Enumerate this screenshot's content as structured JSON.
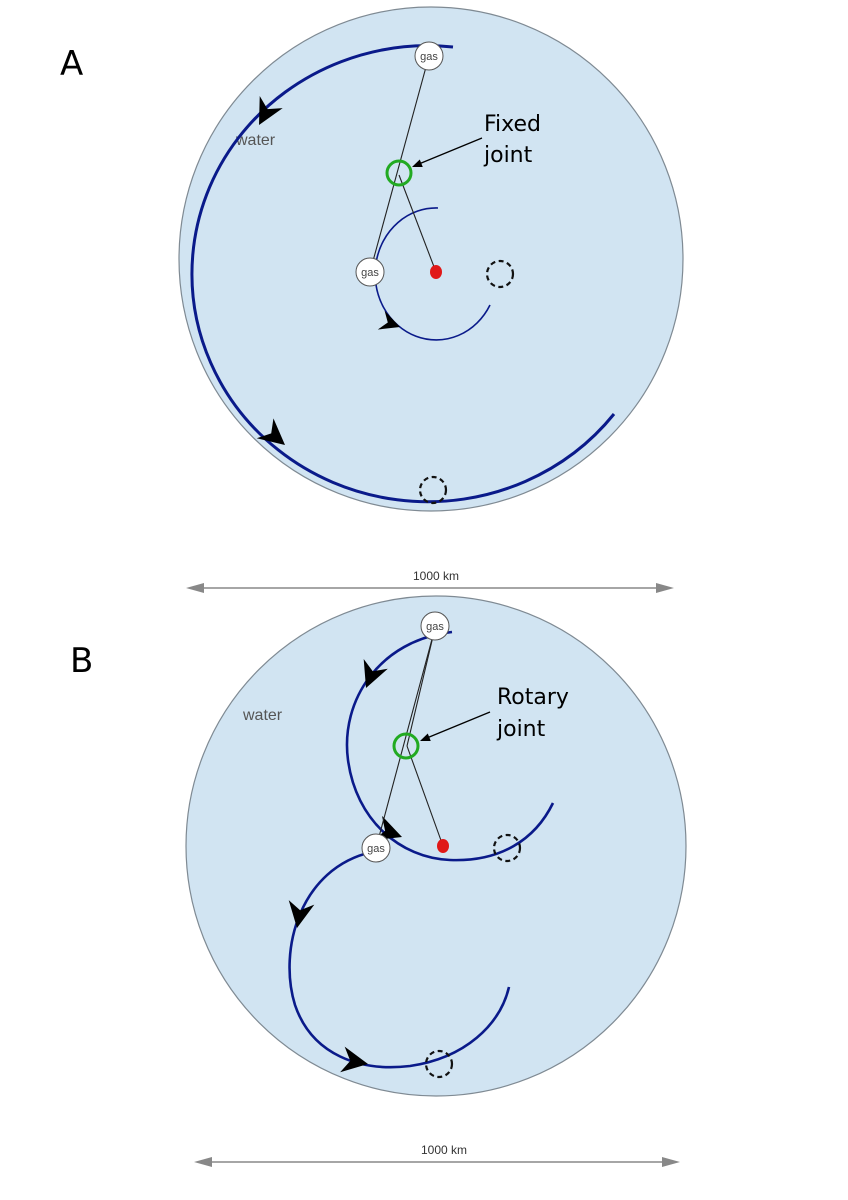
{
  "panels": [
    {
      "letter": "A",
      "water_label": "water",
      "gas_labels": [
        "gas",
        "gas"
      ],
      "joint_label_lines": [
        "Fixed",
        "joint"
      ],
      "joint_color": "#22aa22",
      "scale_label": "1000 km"
    },
    {
      "letter": "B",
      "water_label": "water",
      "gas_labels": [
        "gas",
        "gas"
      ],
      "joint_label_lines": [
        "Rotary",
        "joint"
      ],
      "joint_color": "#22aa22",
      "scale_label": "1000 km"
    }
  ],
  "colors": {
    "water": "#d1e4f2",
    "track": "#0a1a8a",
    "center_marker": "#e01818",
    "joint": "#22aa22"
  }
}
